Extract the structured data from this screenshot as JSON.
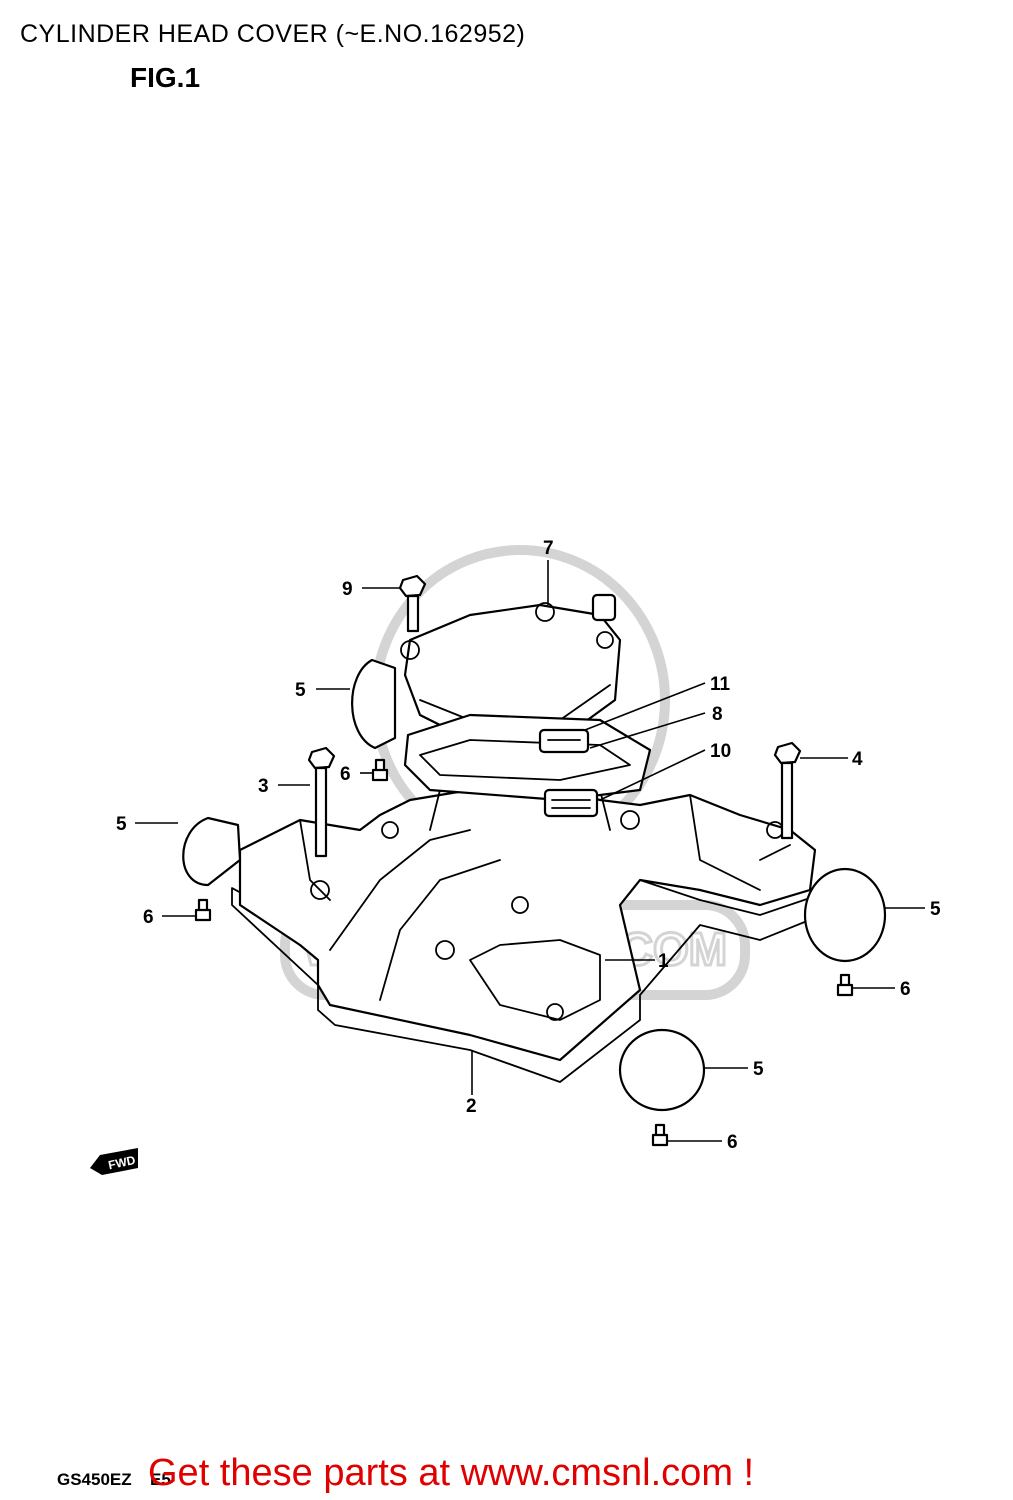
{
  "title": "CYLINDER HEAD COVER (~E.NO.162952)",
  "figure_label": "FIG.1",
  "watermark_text": "WWW.CMSNL.COM",
  "direction_label": "FWD",
  "model_code": "GS450EZ",
  "model_code_suffix": "E5",
  "promo_text": "Get these parts at www.cmsnl.com !",
  "callouts": {
    "c7": "7",
    "c9": "9",
    "c5a": "5",
    "c11": "11",
    "c8": "8",
    "c10": "10",
    "c4": "4",
    "c3": "3",
    "c6a": "6",
    "c5b": "5",
    "c6b": "6",
    "c1": "1",
    "c5c": "5",
    "c6c": "6",
    "c2": "2",
    "c5d": "5",
    "c6d": "6"
  }
}
